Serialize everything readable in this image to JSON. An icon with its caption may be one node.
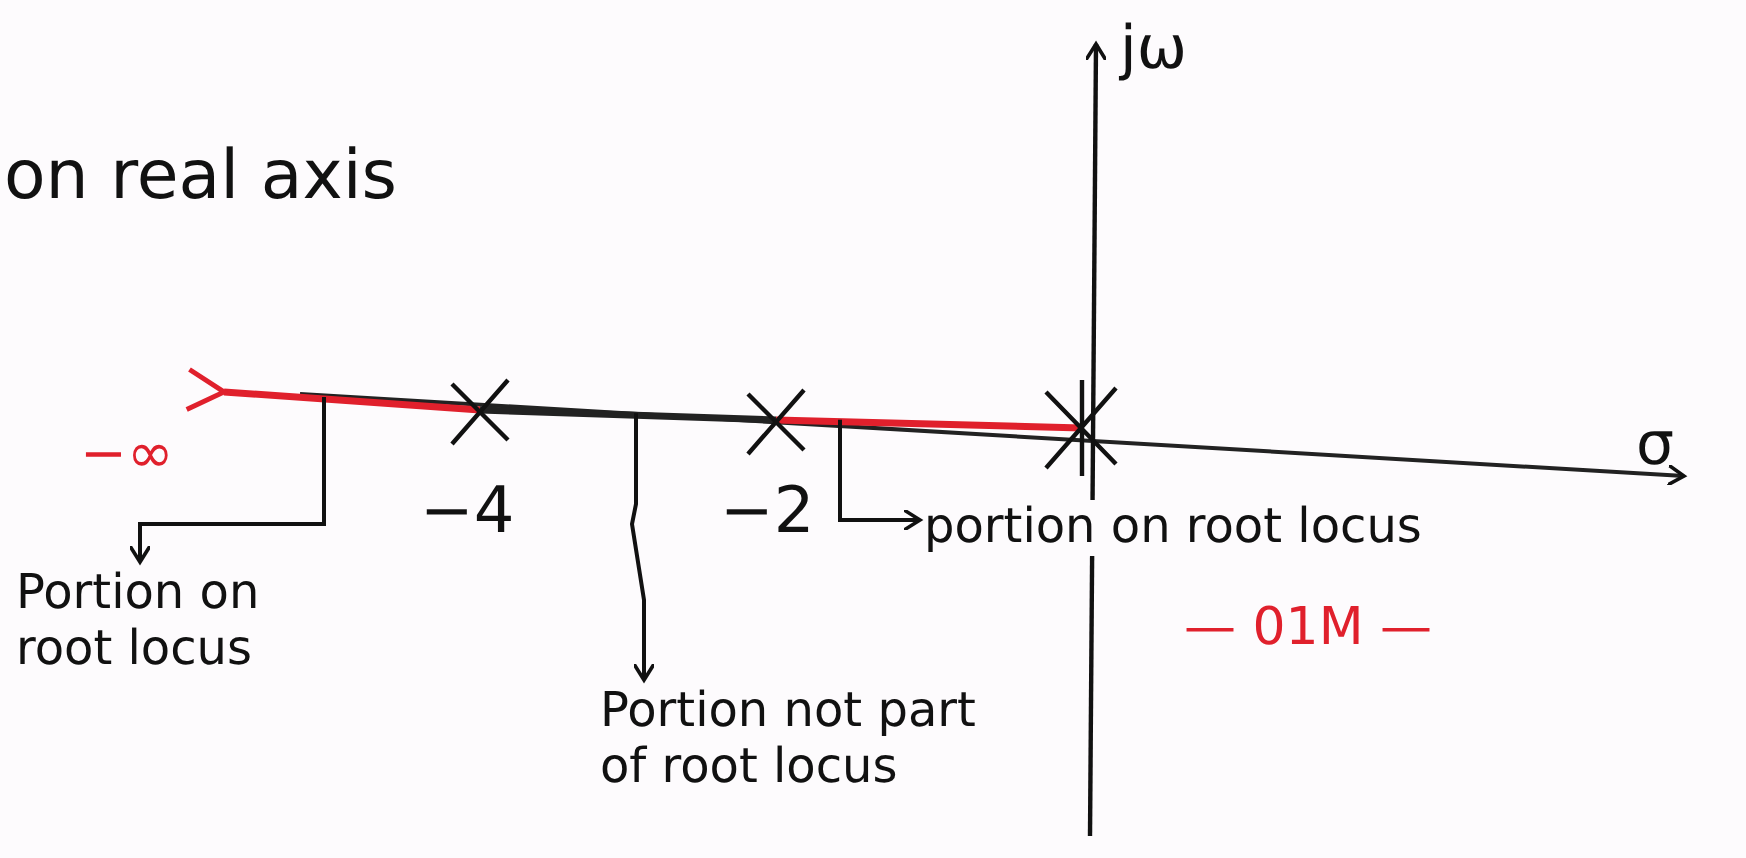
{
  "diagram": {
    "nodes": [
      {
        "text": [
          "Portion on root locus"
        ]
      },
      {
        "text": [
          "Portion not part of root locus"
        ]
      },
      {
        "text": [
          "portion on root locus"
        ]
      },
      {
        "text": [],
        "shape": "bar"
      },
      {
        "text": [],
        "shape": "bar"
      },
      {
        "text": [],
        "shape": "bar"
      }
    ],
    "edges": [
      {
        "from": 3,
        "to": 0,
        "arrow": "to"
      },
      {
        "from": 4,
        "to": 1,
        "arrow": "to"
      },
      {
        "from": 5,
        "to": 2,
        "arrow": "to"
      }
    ],
    "labels": [
      "on real axis",
      "jω",
      "−∞",
      "−4",
      "−2",
      "σ",
      "— 01M —"
    ]
  }
}
